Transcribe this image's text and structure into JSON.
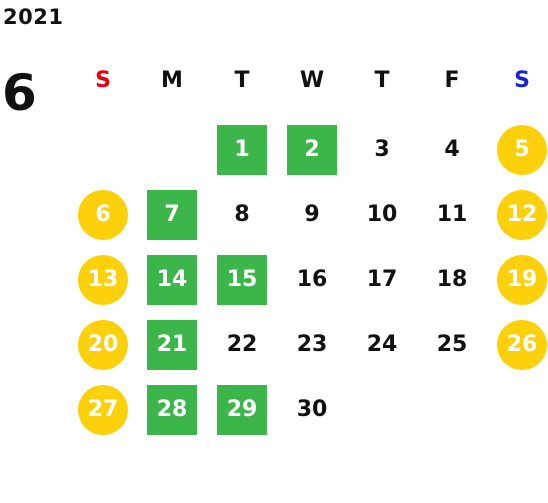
{
  "calendar": {
    "year": "2021",
    "month": "6",
    "weekdays": [
      {
        "label": "S",
        "color": "#e60012"
      },
      {
        "label": "M",
        "color": "#111111"
      },
      {
        "label": "T",
        "color": "#111111"
      },
      {
        "label": "W",
        "color": "#111111"
      },
      {
        "label": "T",
        "color": "#111111"
      },
      {
        "label": "F",
        "color": "#111111"
      },
      {
        "label": "S",
        "color": "#1a22d6"
      }
    ],
    "first_weekday_index": 2,
    "day_count": 30,
    "highlight_colors": {
      "green": "#3cb54a",
      "yellow": "#fcd00a"
    },
    "green_days": [
      1,
      2,
      7,
      14,
      15,
      21,
      28,
      29
    ],
    "yellow_days": [
      5,
      6,
      12,
      13,
      19,
      20,
      26,
      27
    ]
  }
}
